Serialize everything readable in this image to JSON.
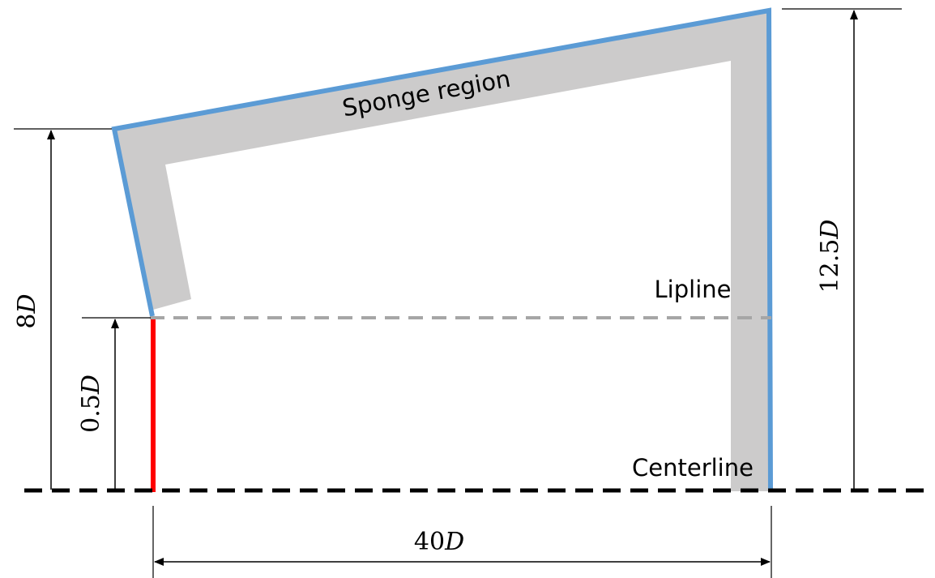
{
  "labels": {
    "sponge_region": "Sponge region",
    "lipline": "Lipline",
    "centerline": "Centerline"
  },
  "dimensions": {
    "outer_height": {
      "number": "8",
      "unit": "D"
    },
    "inlet_height": {
      "number": "0.5",
      "unit": "D"
    },
    "outflow_height": {
      "number": "12.5",
      "unit": "D"
    },
    "domain_length": {
      "number": "40",
      "unit": "D"
    }
  },
  "colors": {
    "sponge_fill": "#cccbcb",
    "boundary_blue": "#5b9bd5",
    "inflow_red": "#ff0000",
    "lipline_gray": "#a6a6a6",
    "centerline_black": "#000000",
    "dimension_lines": "#000000"
  }
}
